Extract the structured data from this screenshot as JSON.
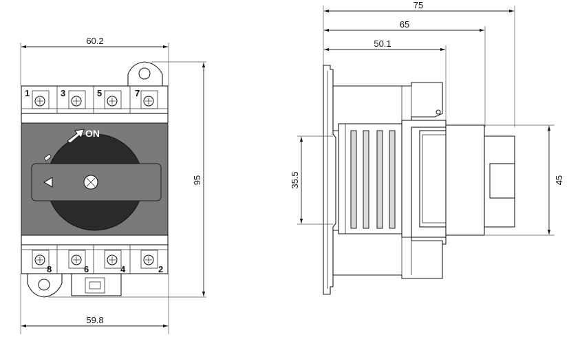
{
  "front_view": {
    "dimensions": {
      "top_width": "60.2",
      "bottom_width": "59.8",
      "height": "95"
    },
    "top_terminals": [
      "1",
      "3",
      "5",
      "7"
    ],
    "bottom_terminals": [
      "8",
      "6",
      "4",
      "2"
    ],
    "on_label": "ON"
  },
  "side_view": {
    "dimensions": {
      "overall_depth": "75",
      "mid_depth": "65",
      "inner_depth": "50.1",
      "rail_height": "35.5",
      "knob_height": "45"
    }
  }
}
